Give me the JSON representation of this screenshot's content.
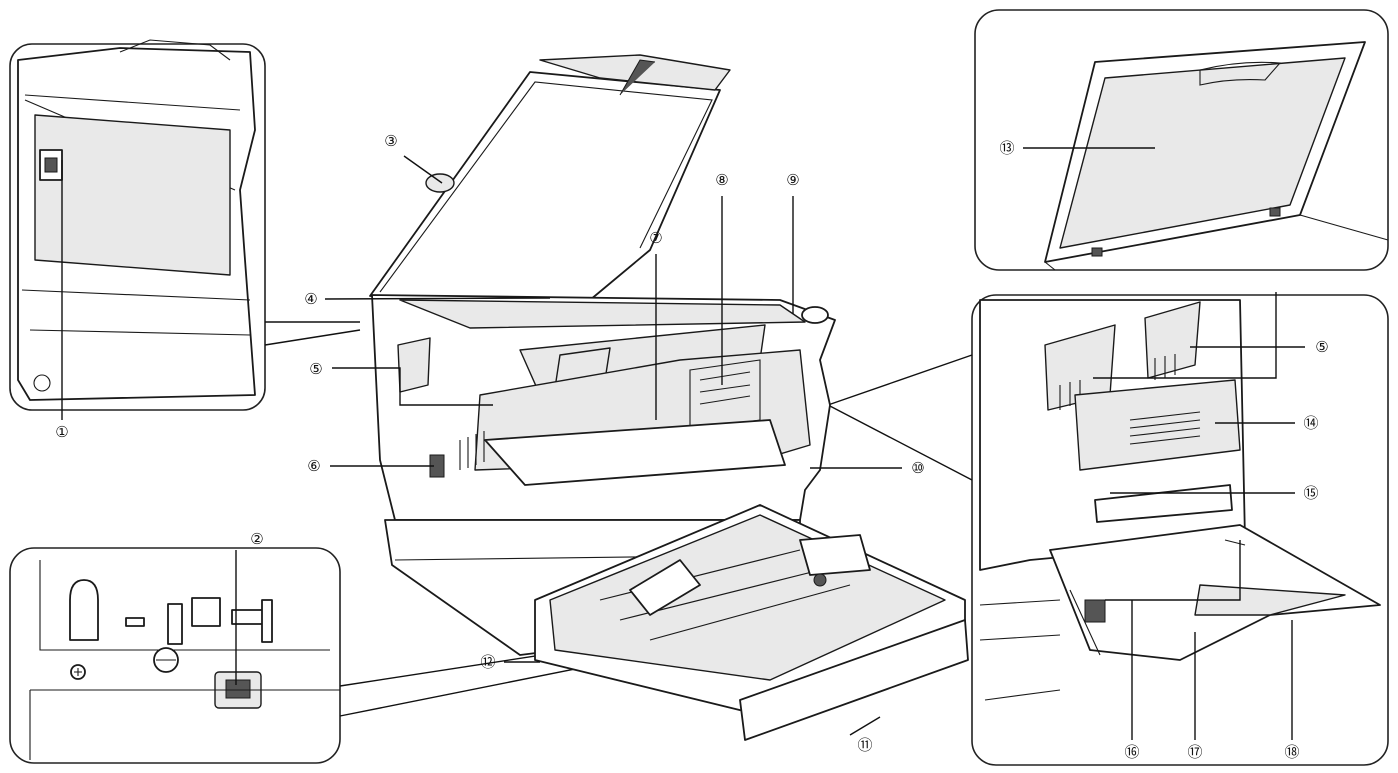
{
  "callouts": [
    {
      "id": "c1",
      "text": "①"
    },
    {
      "id": "c2",
      "text": "②"
    },
    {
      "id": "c3",
      "text": "③"
    },
    {
      "id": "c4",
      "text": "④"
    },
    {
      "id": "c5a",
      "text": "⑤"
    },
    {
      "id": "c5b",
      "text": "⑤"
    },
    {
      "id": "c6",
      "text": "⑥"
    },
    {
      "id": "c7",
      "text": "⑦"
    },
    {
      "id": "c8",
      "text": "⑧"
    },
    {
      "id": "c9",
      "text": "⑨"
    },
    {
      "id": "c10",
      "text": "⑩"
    },
    {
      "id": "c11",
      "text": "⑪"
    },
    {
      "id": "c12",
      "text": "⑫"
    },
    {
      "id": "c13",
      "text": "⑬"
    },
    {
      "id": "c14",
      "text": "⑭"
    },
    {
      "id": "c15",
      "text": "⑮"
    },
    {
      "id": "c16",
      "text": "⑯"
    },
    {
      "id": "c17",
      "text": "⑰"
    },
    {
      "id": "c18",
      "text": "⑱"
    }
  ],
  "colors": {
    "line": "#1a1a1a",
    "shade": "#e9e9e9",
    "background": "#ffffff"
  }
}
